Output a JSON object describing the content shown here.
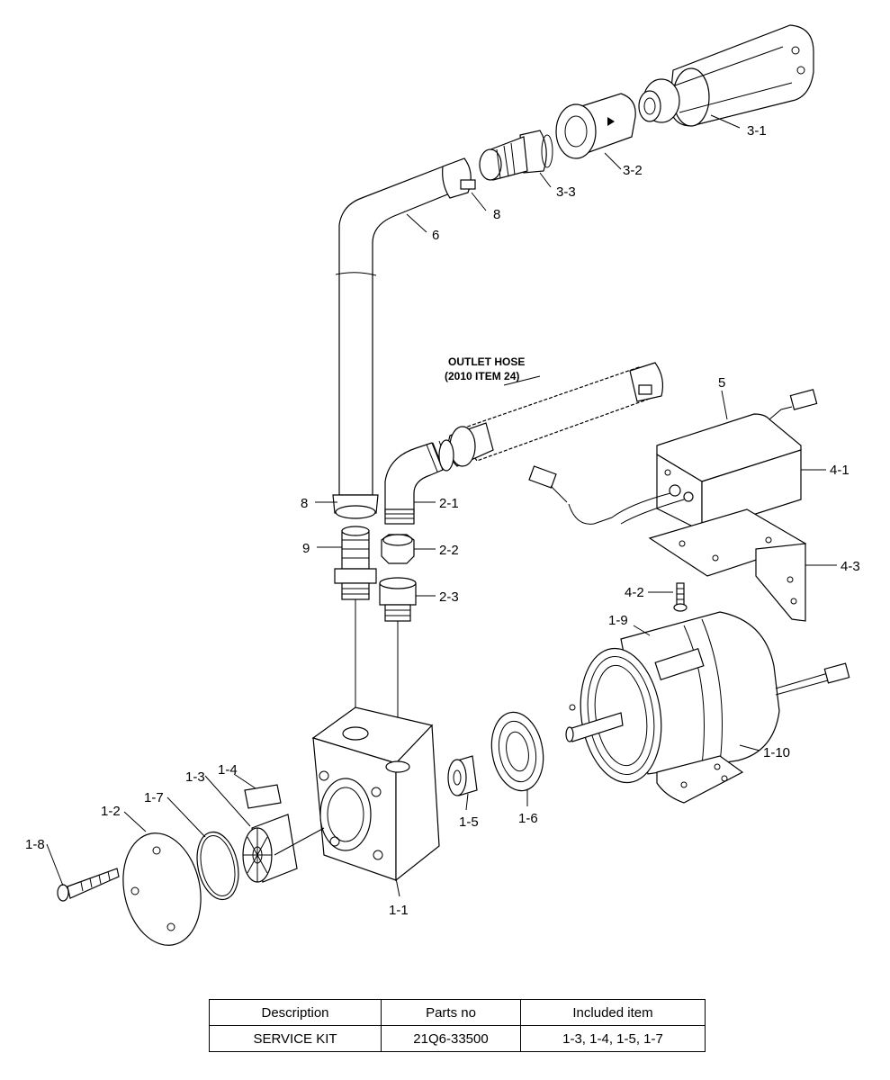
{
  "callouts": [
    {
      "id": "c-3-1",
      "text": "3-1"
    },
    {
      "id": "c-3-2",
      "text": "3-2"
    },
    {
      "id": "c-3-3",
      "text": "3-3"
    },
    {
      "id": "c-8a",
      "text": "8"
    },
    {
      "id": "c-6",
      "text": "6"
    },
    {
      "id": "c-5",
      "text": "5"
    },
    {
      "id": "c-4-1",
      "text": "4-1"
    },
    {
      "id": "c-4-3",
      "text": "4-3"
    },
    {
      "id": "c-4-2",
      "text": "4-2"
    },
    {
      "id": "c-8b",
      "text": "8"
    },
    {
      "id": "c-2-1",
      "text": "2-1"
    },
    {
      "id": "c-9",
      "text": "9"
    },
    {
      "id": "c-2-2",
      "text": "2-2"
    },
    {
      "id": "c-2-3",
      "text": "2-3"
    },
    {
      "id": "c-1-9",
      "text": "1-9"
    },
    {
      "id": "c-1-10",
      "text": "1-10"
    },
    {
      "id": "c-1-4",
      "text": "1-4"
    },
    {
      "id": "c-1-3",
      "text": "1-3"
    },
    {
      "id": "c-1-7",
      "text": "1-7"
    },
    {
      "id": "c-1-2",
      "text": "1-2"
    },
    {
      "id": "c-1-8",
      "text": "1-8"
    },
    {
      "id": "c-1-5",
      "text": "1-5"
    },
    {
      "id": "c-1-6",
      "text": "1-6"
    },
    {
      "id": "c-1-1",
      "text": "1-1"
    }
  ],
  "outlet_note": {
    "line1": "OUTLET HOSE",
    "line2": "(2010 ITEM 24)"
  },
  "table": {
    "headers": [
      "Description",
      "Parts no",
      "Included item"
    ],
    "rows": [
      [
        "SERVICE KIT",
        "21Q6-33500",
        "1-3, 1-4, 1-5, 1-7"
      ]
    ]
  }
}
